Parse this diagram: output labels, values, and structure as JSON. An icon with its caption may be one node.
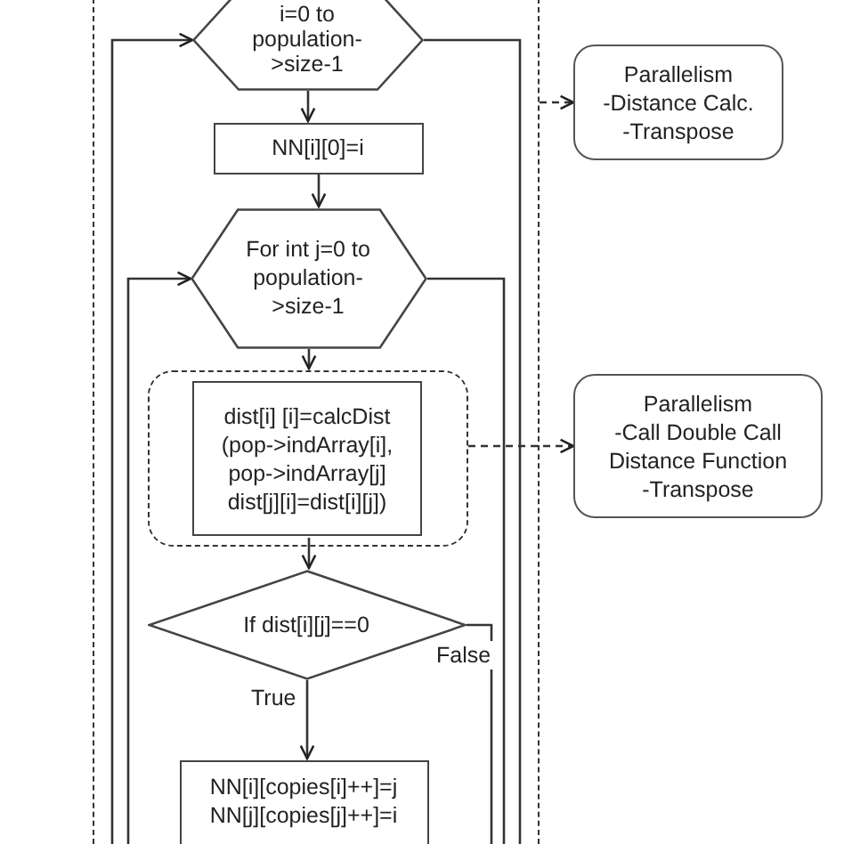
{
  "diagram": {
    "nodes": [
      {
        "text": [],
        "shape": "box"
      },
      {
        "text": [
          "i=0 to population->size-1"
        ],
        "in": 0
      },
      {
        "text": [
          "NN[i][0]=i"
        ],
        "in": 0
      },
      {
        "text": [
          "For int j=0 to population->size-1"
        ],
        "in": 0
      },
      {
        "text": [],
        "shape": "box",
        "in": 0
      },
      {
        "text": [
          "dist[i] [i]=calcDist (pop->indArray[i], pop->indArray[j] dist[j][i]=dist[i][j])"
        ],
        "in": 4
      },
      {
        "text": [
          "If dist[i][j]==0"
        ],
        "in": 0
      },
      {
        "text": [
          "NN[i][copies[i]++]=j NN[j][copies[j]++]=i"
        ],
        "in": 0
      },
      {
        "text": [
          "Parallelism",
          "-Distance Calc.",
          "-Transpose"
        ]
      },
      {
        "text": [
          "Parallelism",
          "-Call Double Call Distance Function",
          "-Transpose"
        ]
      }
    ],
    "edges": [
      {
        "from": null,
        "to": 1,
        "arrow": "to"
      },
      {
        "from": 1,
        "to": null,
        "arrow": "none"
      },
      {
        "from": 1,
        "to": 2,
        "arrow": "to"
      },
      {
        "from": 2,
        "to": 3,
        "arrow": "to"
      },
      {
        "from": null,
        "to": 3,
        "arrow": "to"
      },
      {
        "from": 3,
        "to": null,
        "arrow": "none"
      },
      {
        "from": 3,
        "to": 4,
        "arrow": "to"
      },
      {
        "from": 5,
        "to": 6,
        "arrow": "to"
      },
      {
        "from": 6,
        "to": 7,
        "arrow": "to",
        "label": "True"
      },
      {
        "from": 6,
        "to": null,
        "arrow": "none",
        "label": "False"
      },
      {
        "from": 0,
        "to": 8,
        "arrow": "to",
        "style": "dashed"
      },
      {
        "from": 4,
        "to": 9,
        "arrow": "to",
        "style": "dashed"
      }
    ]
  }
}
